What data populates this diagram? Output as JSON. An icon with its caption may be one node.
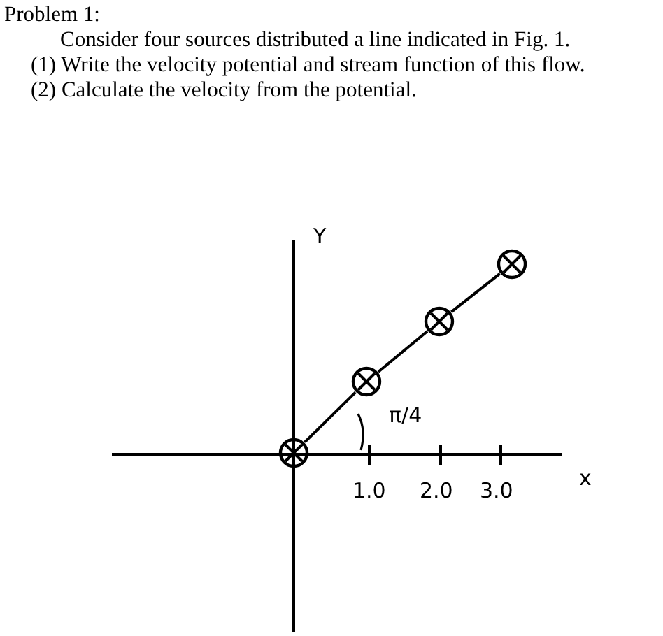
{
  "diagram": {
    "title": "Problem 1:",
    "nodes": [
      {
        "text": [],
        "shape": "circle"
      },
      {
        "text": [],
        "shape": "circle"
      },
      {
        "text": [],
        "shape": "circle"
      },
      {
        "text": [],
        "shape": "circle"
      }
    ],
    "edges": [
      {
        "from": 0,
        "to": 1,
        "arrow": "none"
      },
      {
        "from": 1,
        "to": 2,
        "arrow": "none"
      },
      {
        "from": 2,
        "to": 3,
        "arrow": "none"
      }
    ],
    "labels": [
      "Consider four sources distributed a line indicated in Fig. 1.",
      "(1) Write the velocity potential and stream function of this flow.",
      "(2) Calculate the velocity from the potential.",
      "Y",
      "π/4",
      "1.0",
      "2.0",
      "3.0",
      "x"
    ]
  }
}
